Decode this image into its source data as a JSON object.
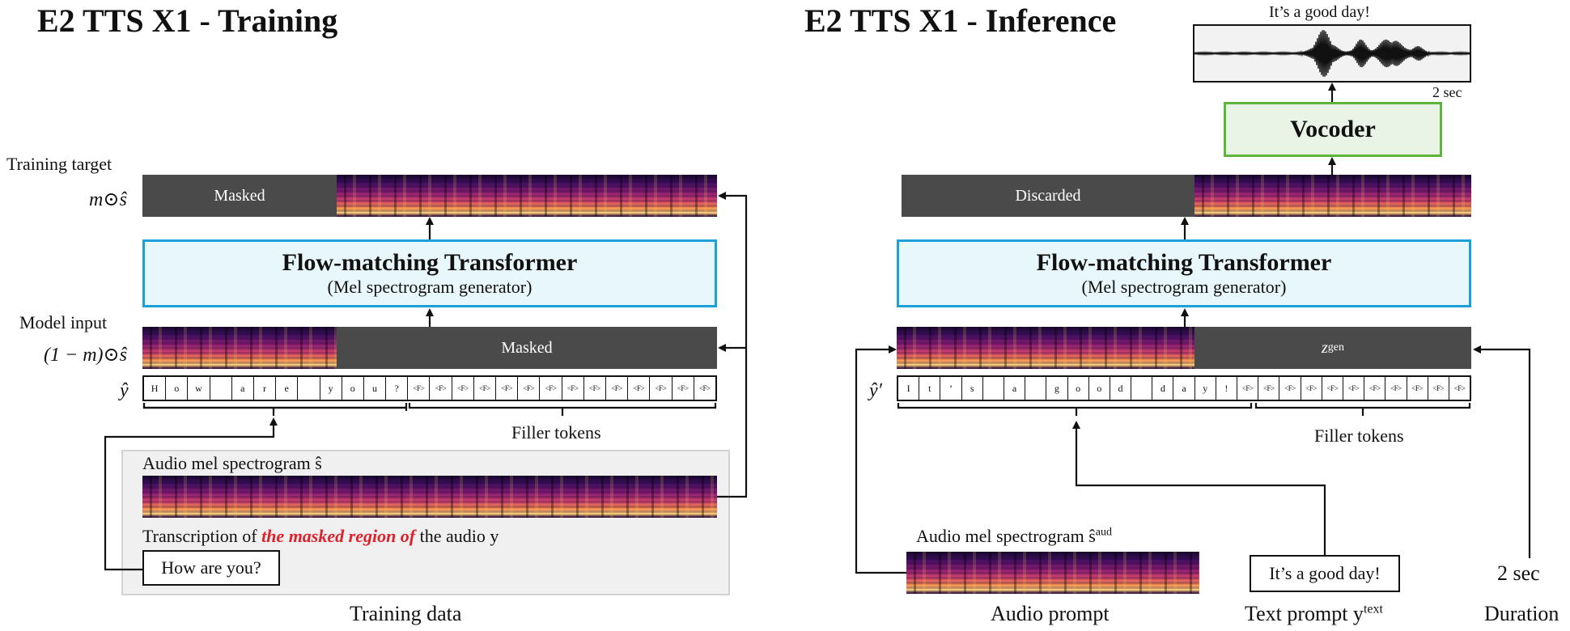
{
  "training": {
    "title": "E2 TTS X1 - Training",
    "target_label": "Training target",
    "target_math": "m⊙ŝ",
    "target_masked_label": "Masked",
    "transformer_title": "Flow-matching Transformer",
    "transformer_subtitle": "(Mel spectrogram generator)",
    "input_label": "Model input",
    "input_math": "(1 − m)⊙ŝ",
    "input_masked_label": "Masked",
    "tokens_math": "ŷ",
    "text_tokens": [
      "H",
      "o",
      "w",
      "",
      "a",
      "r",
      "e",
      "",
      "y",
      "o",
      "u",
      "?"
    ],
    "filler_tokens": [
      "<F>",
      "<F>",
      "<F>",
      "<F>",
      "<F>",
      "<F>",
      "<F>",
      "<F>",
      "<F>",
      "<F>",
      "<F>",
      "<F>",
      "<F>",
      "<F>"
    ],
    "filler_label": "Filler tokens",
    "data_audio_label": "Audio mel spectrogram ŝ",
    "transcription_prefix": "Transcription of ",
    "transcription_emphasis": "the masked region of",
    "transcription_suffix": " the audio y",
    "transcription_text": "How are you?",
    "data_caption": "Training data"
  },
  "inference": {
    "title": "E2 TTS X1 - Inference",
    "waveform_caption": "It’s a good day!",
    "waveform_duration": "2 sec",
    "vocoder_label": "Vocoder",
    "discarded_label": "Discarded",
    "transformer_title": "Flow-matching Transformer",
    "transformer_subtitle": "(Mel spectrogram generator)",
    "zgen_label": "z",
    "zgen_sup": "gen",
    "tokens_math": "ŷ′",
    "text_tokens": [
      "I",
      "t",
      "’",
      "s",
      "",
      "a",
      "",
      "g",
      "o",
      "o",
      "d",
      "",
      "d",
      "a",
      "y",
      "!"
    ],
    "filler_tokens": [
      "<F>",
      "<F>",
      "<F>",
      "<F>",
      "<F>",
      "<F>",
      "<F>",
      "<F>",
      "<F>",
      "<F>",
      "<F>"
    ],
    "filler_label": "Filler tokens",
    "audio_prompt_label": "Audio mel spectrogram ŝ",
    "audio_prompt_sup": "aud",
    "audio_prompt_caption": "Audio prompt",
    "text_prompt_text": "It’s a good day!",
    "text_prompt_caption": "Text prompt y",
    "text_prompt_sup": "text",
    "duration_value": "2 sec",
    "duration_caption": "Duration"
  },
  "colors": {
    "transformer_border": "#1ba0d8",
    "transformer_fill": "#e8f7fb",
    "vocoder_border": "#5db53a",
    "vocoder_fill": "#e9f4e6",
    "mask_fill": "#4a4a4a",
    "emphasis": "#e0202b"
  }
}
